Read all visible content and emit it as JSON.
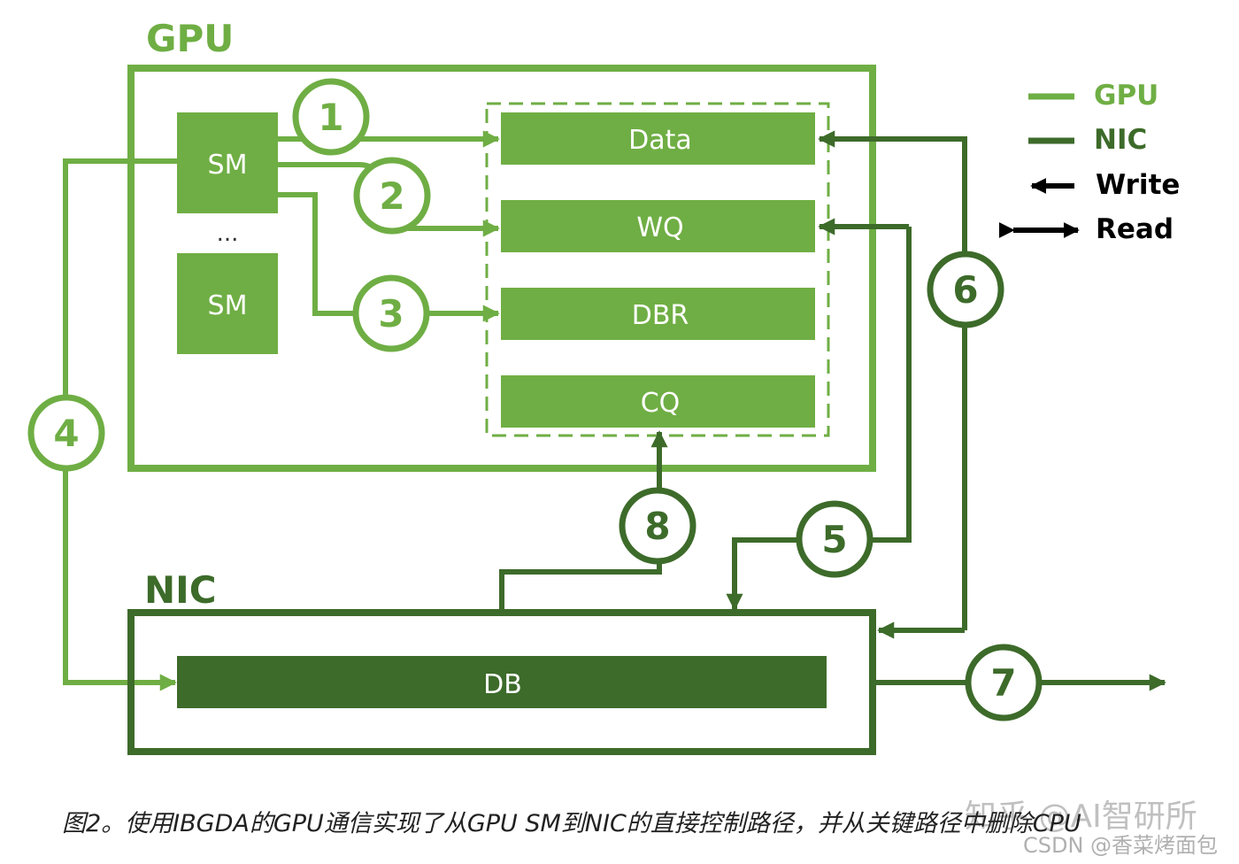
{
  "colors": {
    "gpu": "#6fae44",
    "nic": "#3d6b2a",
    "black": "#000000"
  },
  "gpu": {
    "title": "GPU",
    "sm_label": "SM",
    "dots": "...",
    "queues": [
      "Data",
      "WQ",
      "DBR",
      "CQ"
    ]
  },
  "nic": {
    "title": "NIC",
    "db_label": "DB"
  },
  "steps": [
    "1",
    "2",
    "3",
    "4",
    "5",
    "6",
    "7",
    "8"
  ],
  "legend": {
    "gpu": "GPU",
    "nic": "NIC",
    "write": "Write",
    "read": "Read"
  },
  "caption": "图2。使用IBGDA的GPU通信实现了从GPU SM到NIC的直接控制路径，并从关键路径中删除CPU",
  "watermark": {
    "zhihu": "知乎 @AI智研所",
    "csdn": "CSDN @香菜烤面包"
  }
}
